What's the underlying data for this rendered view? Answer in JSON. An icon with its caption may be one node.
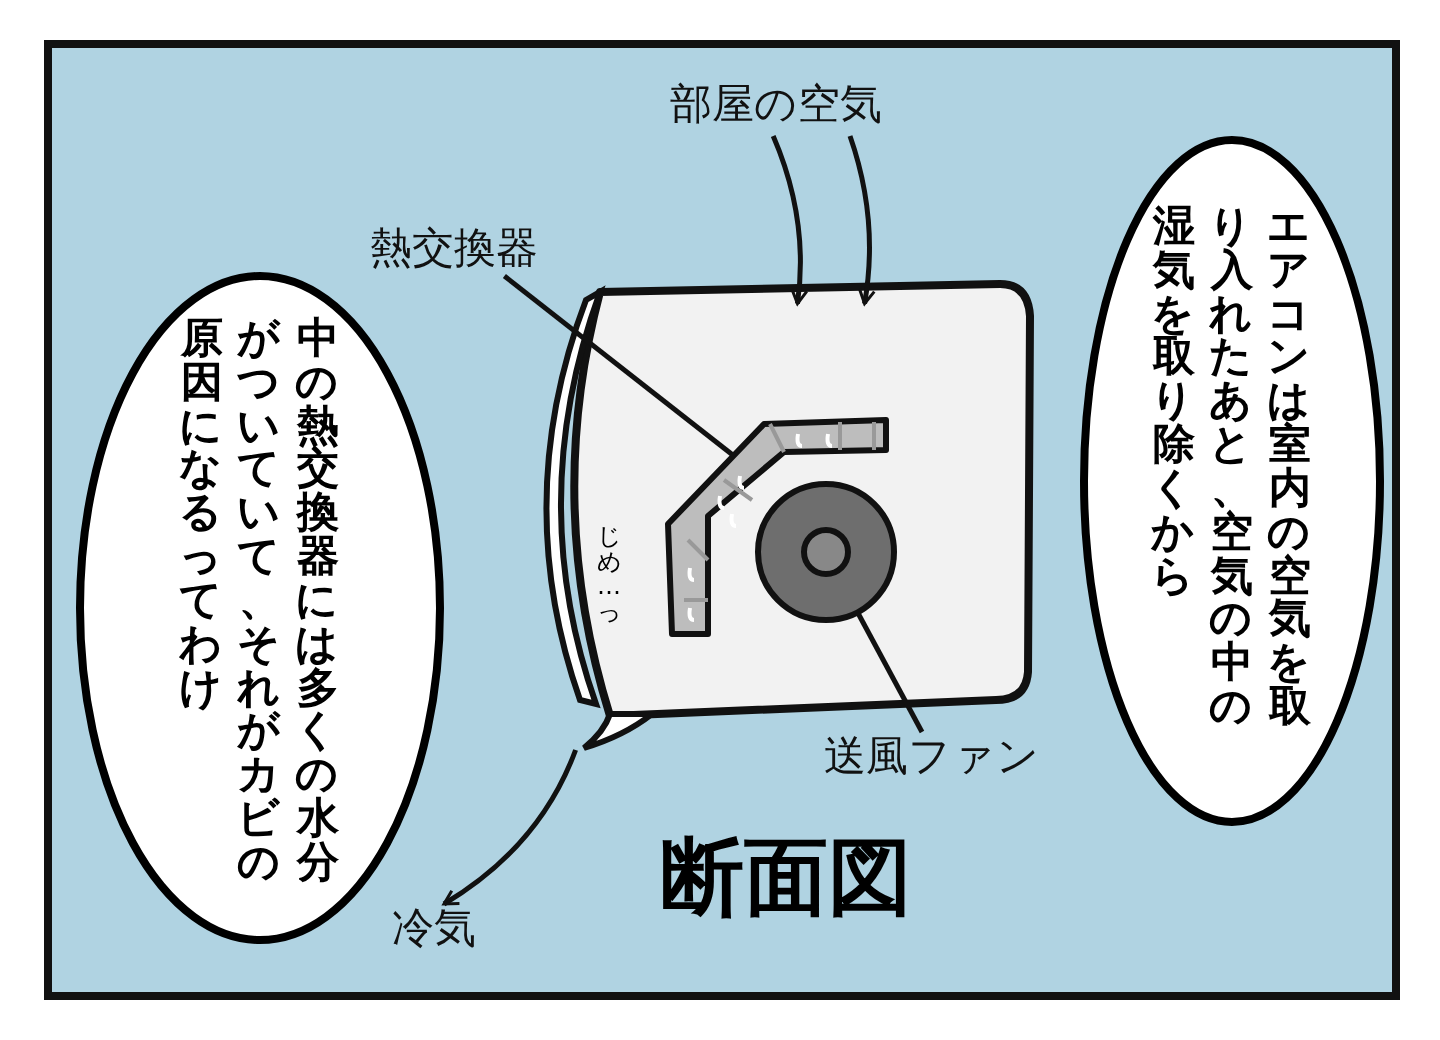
{
  "diagram": {
    "title": "断面図",
    "nodes": [
      {
        "text": [
          "部屋の空気"
        ]
      },
      {
        "text": [],
        "shape": "picture"
      },
      {
        "text": [
          "熱交換器"
        ]
      },
      {
        "text": [],
        "shape": "bar",
        "in": 1
      },
      {
        "text": [],
        "shape": "circle",
        "in": 1
      },
      {
        "text": [
          "送風ファン"
        ]
      },
      {
        "text": [
          "冷気"
        ]
      },
      {
        "text": [
          "エアコンは室内の空気を取り入れたあと、空気の中の湿気を取り除くから"
        ]
      },
      {
        "text": [
          "中の熱交換器には多くの水分がついていて、それがカビの原因になるってわけ"
        ]
      }
    ],
    "edges": [
      {
        "from": 0,
        "to": 1,
        "arrow": "to"
      },
      {
        "from": 0,
        "to": 1,
        "arrow": "to"
      },
      {
        "from": 2,
        "to": 3,
        "arrow": "none"
      },
      {
        "from": 5,
        "to": 4,
        "arrow": "none"
      },
      {
        "from": 1,
        "to": 6,
        "arrow": "to"
      }
    ],
    "labels": [
      "じめ…っ"
    ]
  }
}
